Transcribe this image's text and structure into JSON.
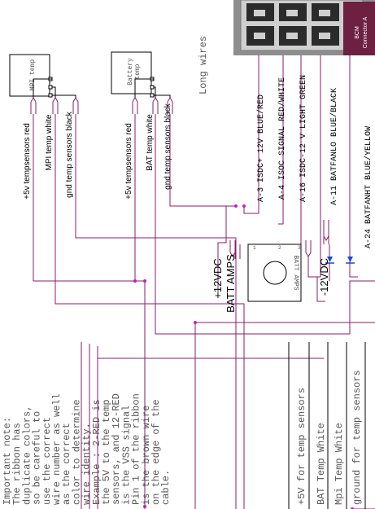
{
  "top_right_label": "Long wires",
  "sensors": {
    "mpi_label": "MPI temp",
    "battery_label": "Battery temp"
  },
  "mpi_wires": [
    "+5v tempsensors red",
    "MPI temp white",
    "gnd temp sensors black"
  ],
  "bat_wires": [
    "+5v tempsensors red",
    "BAT temp white",
    "gnd temp sensors black"
  ],
  "connector_photo": {
    "caption_line1": "BCM",
    "caption_line2": "Connector A"
  },
  "pins": [
    "A-3 ISDC+ 12V BLUE/RED",
    "A-4 ISOC SIGNAL  RED/WHITE",
    "A-16 ISDC-12 V LIGHT GREEN",
    "A-11 BATFANLO  BLUE/BLACK",
    "A-24 BATFANHT  BLUE/YELLOW"
  ],
  "batt_amps": {
    "plus_label": "+12VDC",
    "title_label": "BATT AMPS",
    "minus_label": "-12VDC",
    "component_label": "BATT AMPS",
    "pin_numbers": [
      "1",
      "2",
      "3"
    ]
  },
  "note": [
    "Important note:",
    "The ribbon has",
    "duplicate colors,",
    "so be careful to",
    "use the correct",
    "wire number as well",
    "as the correct",
    "color to determine",
    "wire identity.",
    "Example : 2-RED is",
    "the 5V to the temp",
    "sensors, and 12-RED",
    "is the VSS signal",
    "Pin 1 of the ribbon",
    "is the brown wire",
    "on the edge of the",
    "cable."
  ],
  "bus_labels": [
    "+5V for temp sensors",
    "BAT Temp White",
    "Mpi Temp White",
    "ground for temp sensors"
  ]
}
